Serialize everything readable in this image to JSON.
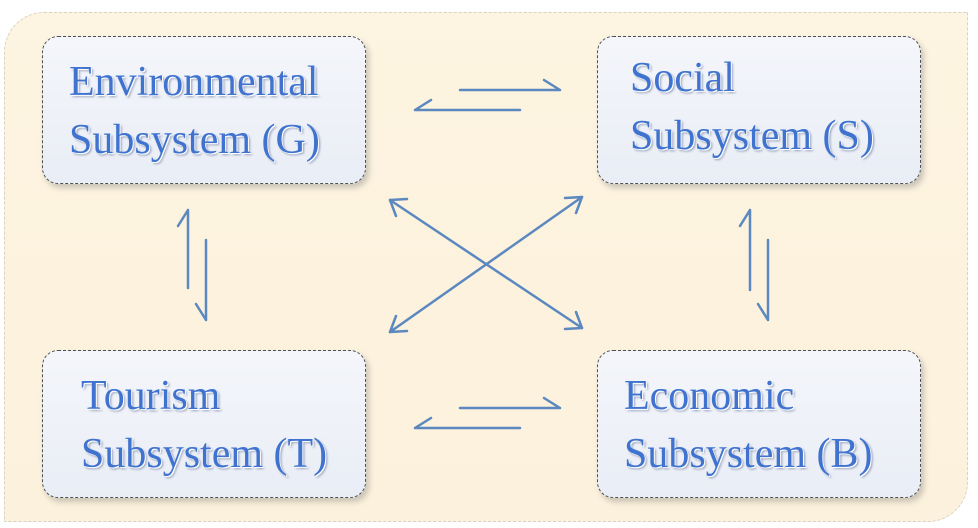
{
  "diagram": {
    "nodes": [
      {
        "id": "G",
        "line1": "Environmental",
        "line2": "Subsystem (G)"
      },
      {
        "id": "S",
        "line1": "Social",
        "line2": "Subsystem (S)"
      },
      {
        "id": "T",
        "line1": "Tourism",
        "line2": "Subsystem (T)"
      },
      {
        "id": "B",
        "line1": "Economic",
        "line2": "Subsystem (B)"
      }
    ],
    "edges": [
      {
        "from": "G",
        "to": "S",
        "direction": "bidirectional"
      },
      {
        "from": "G",
        "to": "T",
        "direction": "bidirectional"
      },
      {
        "from": "S",
        "to": "B",
        "direction": "bidirectional"
      },
      {
        "from": "T",
        "to": "B",
        "direction": "bidirectional"
      },
      {
        "from": "G",
        "to": "B",
        "direction": "bidirectional"
      },
      {
        "from": "S",
        "to": "T",
        "direction": "bidirectional"
      }
    ],
    "colors": {
      "background": "#fcf1dc",
      "box_fill": "#eef1f7",
      "text": "#3f73cf",
      "arrow": "#5b88bf"
    }
  }
}
